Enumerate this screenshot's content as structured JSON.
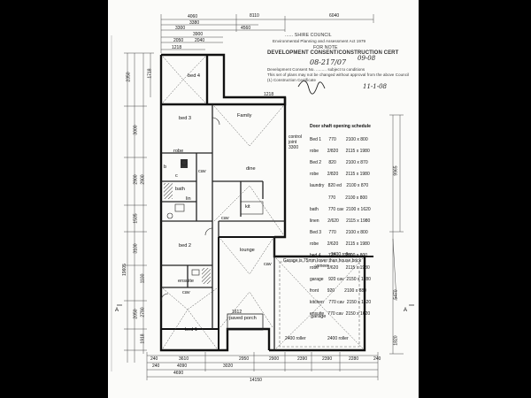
{
  "stamp": {
    "council": "...... SHIRE COUNCIL",
    "sub1": "Environmental Planning and Assessment Act 1979",
    "sub2": "FOR NOTE",
    "certificate": "DEVELOPMENT CONSENT/CONSTRUCTION CERT",
    "ref_hand": "08-217/07",
    "ref_hand2": "09-08",
    "date_hand": "11-1-08",
    "line1": "Development Consent No. ......... subject to conditions",
    "line2": "This set of plans may not be changed without approval from the above Council",
    "line3": "(1) Construction Certificate"
  },
  "rooms": {
    "bed4": "bed 4",
    "bed3": "bed 3",
    "family": "Family",
    "robe": "robe",
    "b": "b",
    "c": "c",
    "bath": "bath",
    "lin": "lin",
    "cav": "cav",
    "dine": "dine",
    "kit": "kit",
    "bed2": "bed 2",
    "lounge": "lounge",
    "ensuite": "ensuite",
    "bed1": "bed 1",
    "paved_porch": "paved porch",
    "porch_dim": "1612",
    "garage": "garage",
    "garage_note": "Garage is 75mm lower than house brick veneer",
    "roller_top": "2400 roller",
    "roller_l": "2400 roller",
    "roller_r": "2400 roller",
    "control_joint": "control joint 3300"
  },
  "dims_top": [
    "4060",
    "3380",
    "3300",
    "8110",
    "6040",
    "4560",
    "3900",
    "2050",
    "2040",
    "1218",
    "1218"
  ],
  "dims_bottom": [
    "240",
    "3610",
    "4090",
    "3020",
    "2900",
    "2390",
    "2390",
    "2280",
    "4690",
    "14150",
    "240",
    "2950",
    "240"
  ],
  "dims_left": [
    "2350",
    "3000",
    "2900",
    "2900",
    "1535",
    "3100",
    "1100",
    "2050",
    "2790",
    "19605",
    "1918",
    "1718"
  ],
  "dims_right": [
    "9965",
    "5470",
    "1820"
  ],
  "schedule": {
    "title": "Door shaft opening schedule",
    "rows": [
      "Bed 1      770        2100 x 800",
      "robe       2/820      2115 x 1980",
      "Bed 2      820        2100 x 870",
      "robe       2/820      2115 x 1980",
      "laundry   820 ed    2100 x 870",
      "               770        2100 x 800",
      "bath        770 cav  2100 x 1620",
      "linen       2/620      2115 x 1980",
      "Bed 3      770        2100 x 800",
      "robe       2/620      2115 x 1980",
      "bed 4      770        2100 x 800",
      "robe       2/620      2115 x 1980",
      "garage    920 cav  2150 x 1780",
      "front       920        2100 x 880",
      "kitchen    770 cav  2150 x 1620",
      "ensuite   770 cav  2150 x 1620"
    ]
  }
}
